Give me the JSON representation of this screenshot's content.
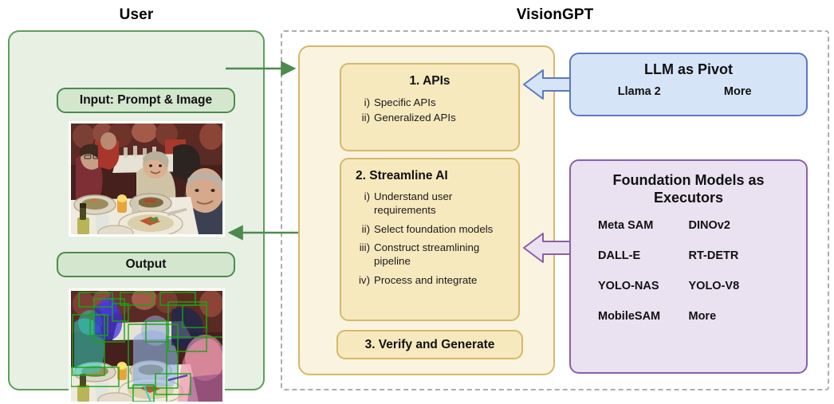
{
  "titles": {
    "user": "User",
    "visiongpt": "VisionGPT"
  },
  "user_panel": {
    "input_label": "Input: Prompt & Image",
    "output_label": "Output",
    "input_image_alt": "photo of four people seated around a restaurant dinner table with plates of food and a wine bottle",
    "output_image_alt": "same dinner table photo with colored instance segmentation masks on each person and green bounding boxes with labels"
  },
  "center": {
    "apis": {
      "heading": "1. APIs",
      "items": [
        {
          "marker": "i)",
          "text": "Specific APIs"
        },
        {
          "marker": "ii)",
          "text": "Generalized APIs"
        }
      ]
    },
    "streamline": {
      "heading": "2. Streamline AI",
      "items": [
        {
          "marker": "i)",
          "text": "Understand user requirements"
        },
        {
          "marker": "ii)",
          "text": "Select foundation models"
        },
        {
          "marker": "iii)",
          "text": "Construct streamlining pipeline"
        },
        {
          "marker": "iv)",
          "text": "Process and integrate"
        }
      ]
    },
    "verify": {
      "heading": "3. Verify and Generate"
    }
  },
  "llm_panel": {
    "title": "LLM as Pivot",
    "items": [
      "Llama 2",
      "More"
    ]
  },
  "foundation_panel": {
    "title": "Foundation Models as Executors",
    "rows": [
      [
        "Meta SAM",
        "DINOv2"
      ],
      [
        "DALL-E",
        "RT-DETR"
      ],
      [
        "YOLO-NAS",
        "YOLO-V8"
      ],
      [
        "MobileSAM",
        "More"
      ]
    ]
  },
  "colors": {
    "user_panel_fill": "#E8F0E4",
    "user_panel_stroke": "#5E9E5E",
    "green_pill_fill": "#D4E6CE",
    "green_arrow": "#4E8A4E",
    "center_fill": "#FAF3DF",
    "center_box_fill": "#F7E9BE",
    "center_stroke": "#D5B968",
    "llm_fill": "#D6E4F7",
    "llm_stroke": "#5B79BC",
    "foundation_fill": "#EAE2F0",
    "foundation_stroke": "#8B5FA8",
    "dashed_stroke": "#ADADAD"
  }
}
